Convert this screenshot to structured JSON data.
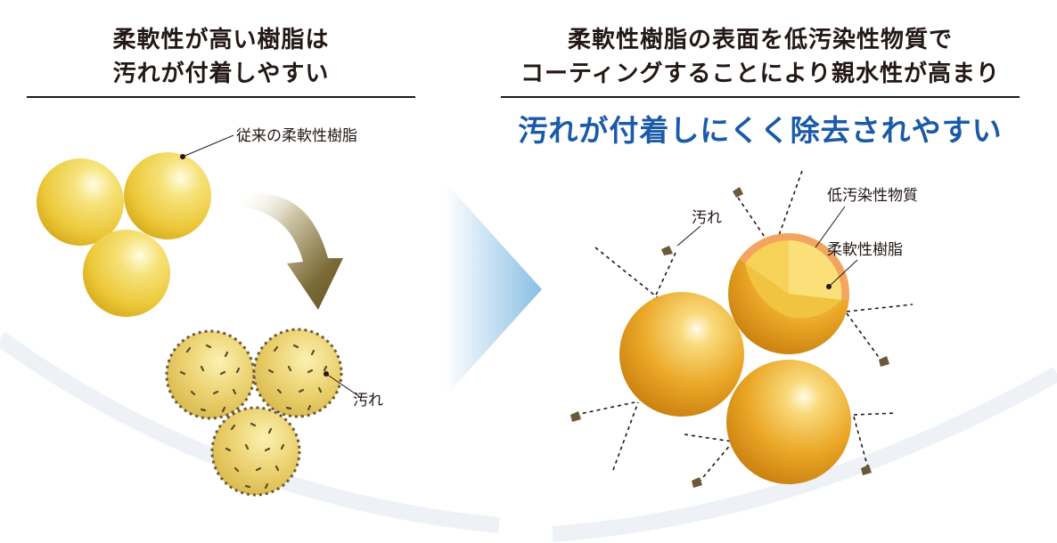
{
  "left_panel": {
    "heading_line1": "柔軟性が高い樹脂は",
    "heading_line2": "汚れが付着しやすい",
    "label_conventional_resin": "従来の柔軟性樹脂",
    "label_dirt": "汚れ"
  },
  "right_panel": {
    "heading_line1": "柔軟性樹脂の表面を低汚染性物質で",
    "heading_line2": "コーティングすることにより親水性が高まり",
    "result": "汚れが付着しにくく除去されやすい",
    "label_dirt": "汚れ",
    "label_low_contamination": "低汚染性物質",
    "label_soft_resin": "柔軟性樹脂"
  },
  "colors": {
    "heading_text": "#231815",
    "result_text": "#1a5aa8",
    "conventional_resin": "#f1d54c",
    "coated_resin": "#e8a21c",
    "coating_layer": "#f2a05c",
    "dirt": "#6b5a3a",
    "curved_arrow": "#6e6030",
    "divider_arrow": "#8ec3e6"
  }
}
